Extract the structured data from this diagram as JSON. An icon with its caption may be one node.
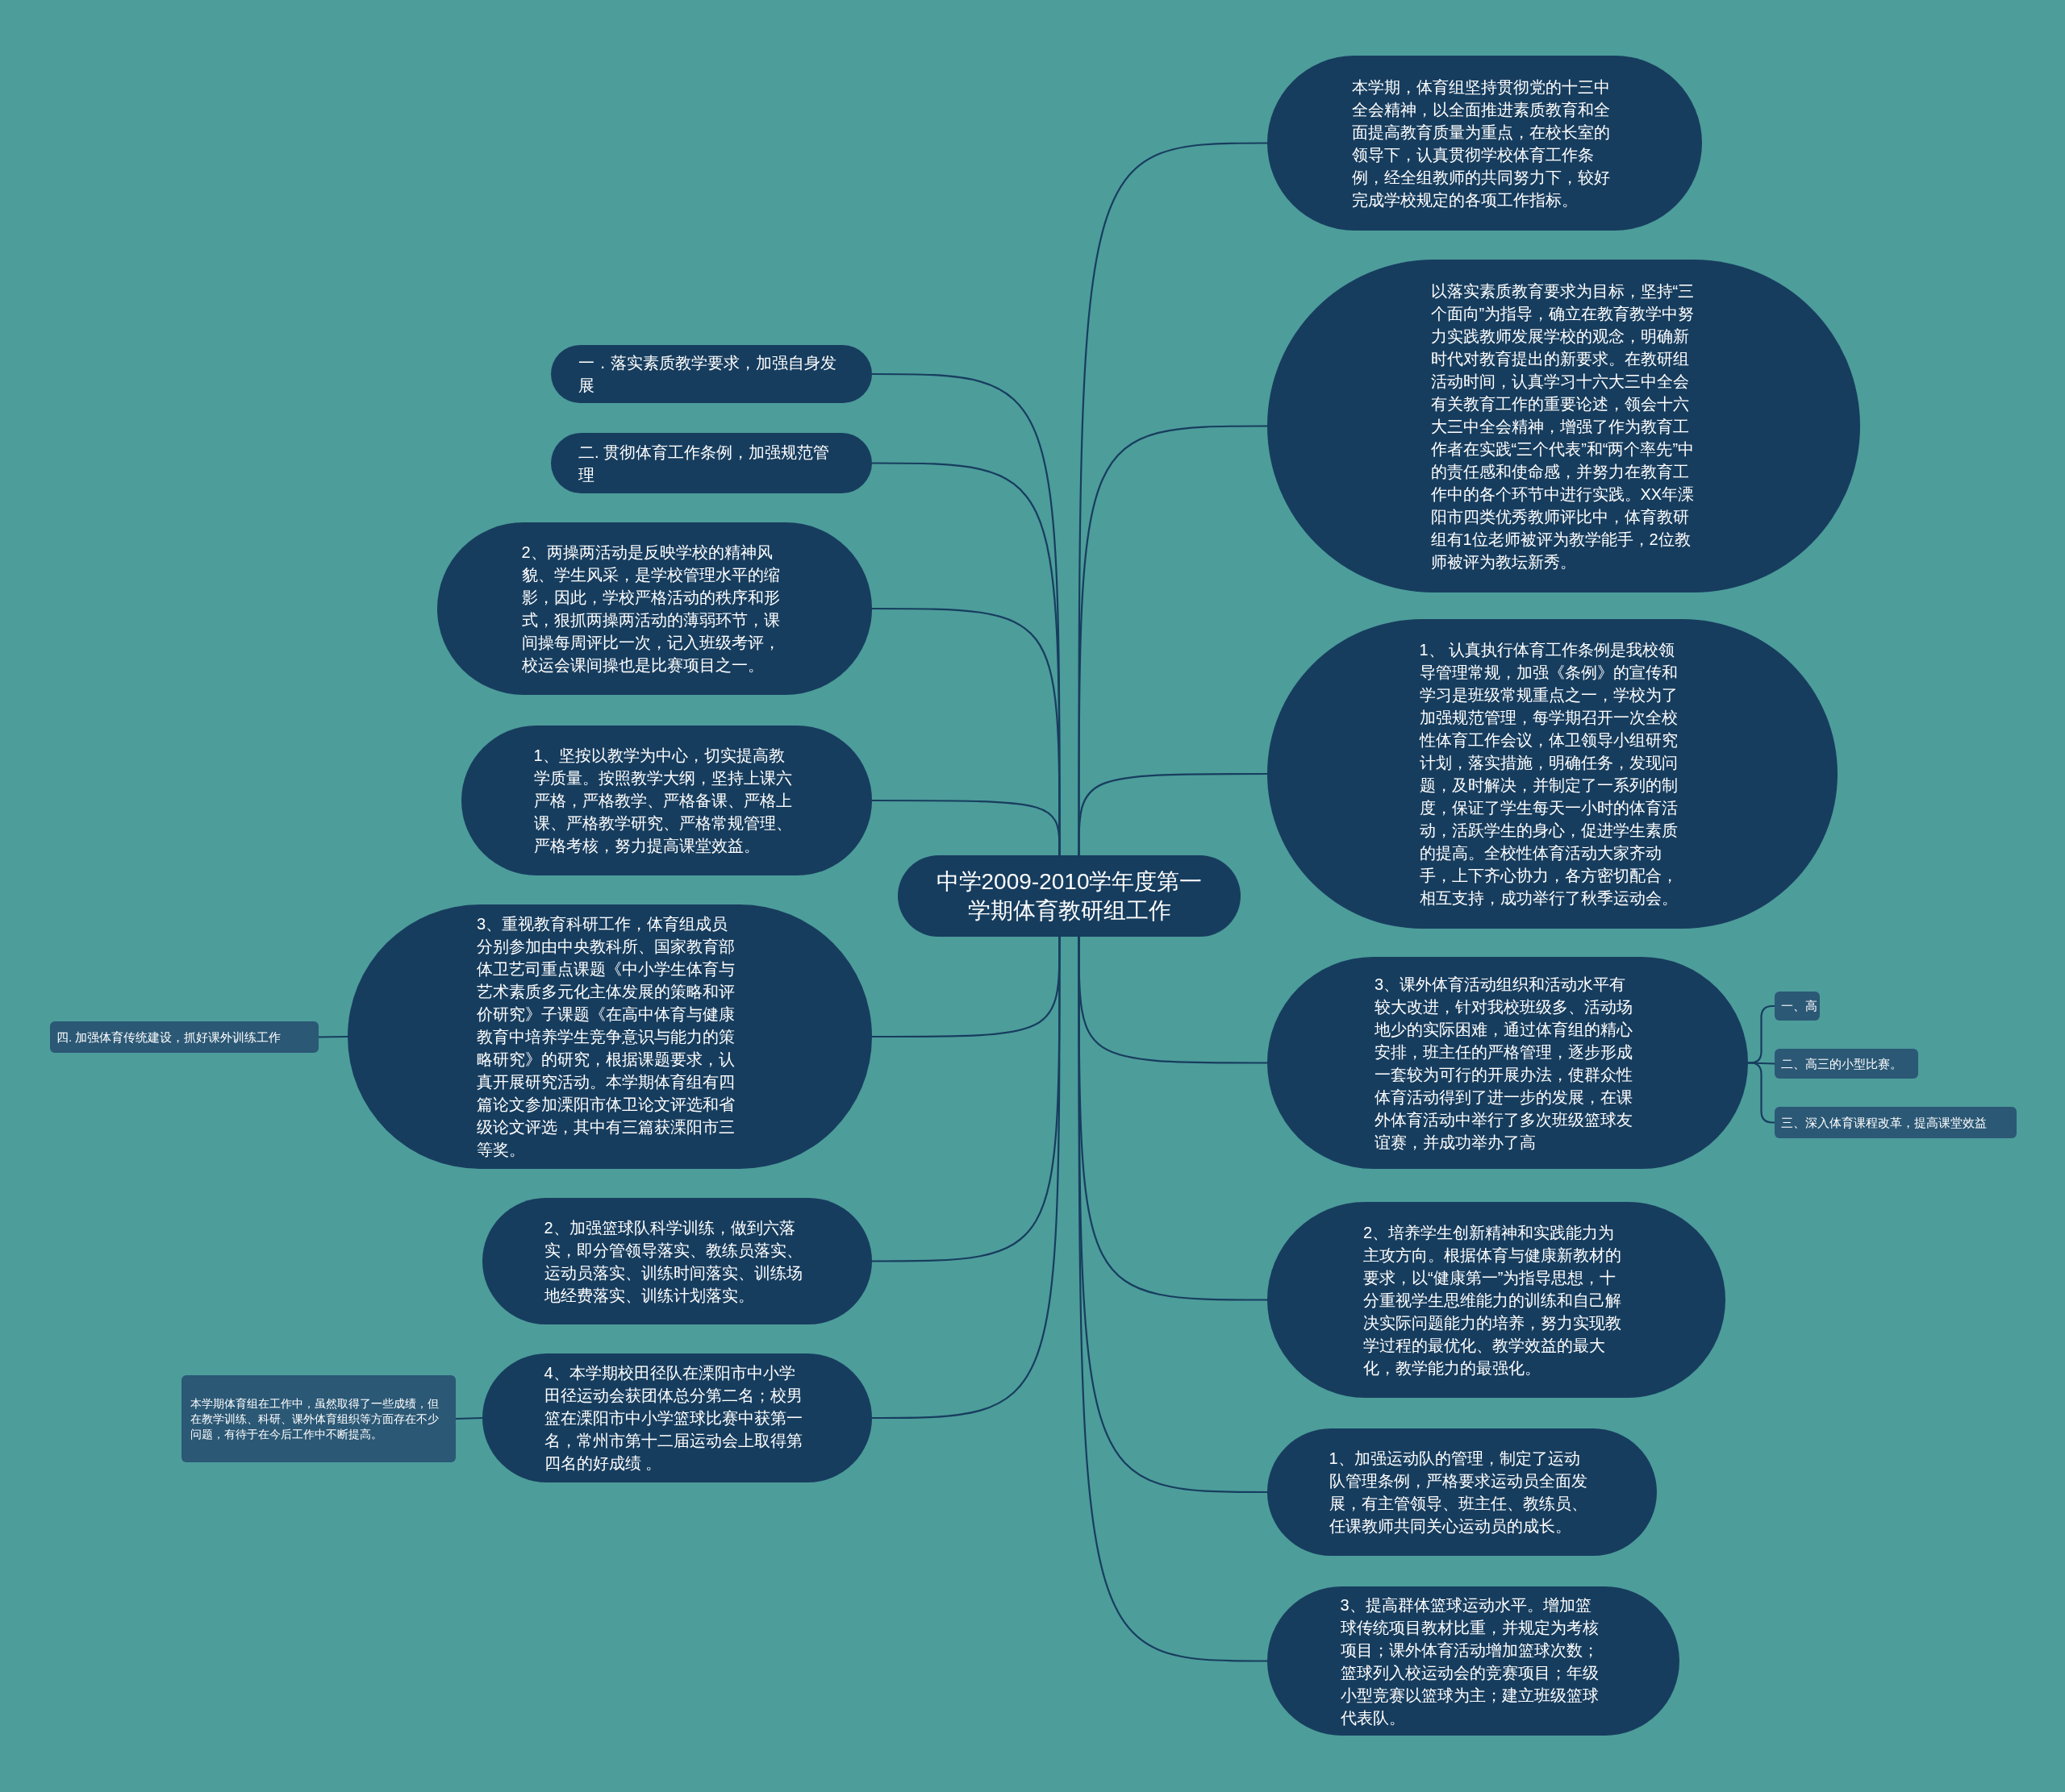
{
  "diagram": {
    "nodes": [
      {
        "text": [
          "中学2009-2010学年度第一学期体育教研组工作"
        ]
      },
      {
        "text": [
          "本学期，体育组坚持贯彻党的十三中全会精神，以全面推进素质教育和全面提高教育质量为重点，在校长室的领导下，认真贯彻学校体育工作条例，经全组教师的共同努力下，较好完成学校规定的各项工作指标。"
        ]
      },
      {
        "text": [
          "以落实素质教育要求为目标，坚持“三个面向”为指导，确立在教育教学中努力实践教师发展学校的观念，明确新时代对教育提出的新要求。在教研组活动时间，认真学习十六大三中全会有关教育工作的重要论述，领会十六大三中全会精神，增强了作为教育工作者在实践“三个代表”和“两个率先”中的责任感和使命感，并努力在教育工作中的各个环节中进行实践。XX年溧阳市四类优秀教师评比中，体育教研组有1位老师被评为教学能手，2位教师被评为教坛新秀。"
        ]
      },
      {
        "text": [
          "1、 认真执行体育工作条例是我校领导管理常规，加强《条例》的宣传和学习是班级常规重点之一，学校为了加强规范管理，每学期召开一次全校性体育工作会议，体卫领导小组研究计划，落实措施，明确任务，发现问题，及时解决，并制定了一系列的制度，保证了学生每天一小时的体育活动，活跃学生的身心，促进学生素质的提高。全校性体育活动大家齐动手，上下齐心协力，各方密切配合，相互支持，成功举行了秋季运动会。"
        ]
      },
      {
        "text": [
          "3、课外体育活动组织和活动水平有较大改进，针对我校班级多、活动场地少的实际困难，通过体育组的精心安排，班主任的严格管理，逐步形成一套较为可行的开展办法，使群众性体育活动得到了进一步的发展，在课外体育活动中举行了多次班级篮球友谊赛，并成功举办了高"
        ]
      },
      {
        "text": [
          "一、高"
        ]
      },
      {
        "text": [
          "二、高三的小型比赛。"
        ]
      },
      {
        "text": [
          "三、深入体育课程改革，提高课堂效益"
        ]
      },
      {
        "text": [
          "2、培养学生创新精神和实践能力为主攻方向。根据体育与健康新教材的要求，以“健康第一”为指导思想，十分重视学生思维能力的训练和自己解决实际问题能力的培养，努力实现教学过程的最优化、教学效益的最大化，教学能力的最强化。"
        ]
      },
      {
        "text": [
          "1、加强运动队的管理，制定了运动队管理条例，严格要求运动员全面发展，有主管领导、班主任、教练员、任课教师共同关心运动员的成长。"
        ]
      },
      {
        "text": [
          "3、提高群体篮球运动水平。增加篮球传统项目教材比重，并规定为考核项目；课外体育活动增加篮球次数；篮球列入校运动会的竞赛项目；年级小型竞赛以篮球为主；建立班级篮球代表队。"
        ]
      },
      {
        "text": [
          "一．落实素质教学要求，加强自身发展"
        ]
      },
      {
        "text": [
          "二. 贯彻体育工作条例，加强规范管理"
        ]
      },
      {
        "text": [
          "2、两操两活动是反映学校的精神风貌、学生风采，是学校管理水平的缩影，因此，学校严格活动的秩序和形式，狠抓两操两活动的薄弱环节，课间操每周评比一次，记入班级考评，校运会课间操也是比赛项目之一。"
        ]
      },
      {
        "text": [
          "1、坚按以教学为中心，切实提高教学质量。按照教学大纲，坚持上课六严格，严格教学、严格备课、严格上课、严格教学研究、严格常规管理、严格考核，努力提高课堂效益。"
        ]
      },
      {
        "text": [
          "3、重视教育科研工作，体育组成员分别参加由中央教科所、国家教育部体卫艺司重点课题《中小学生体育与艺术素质多元化主体发展的策略和评价研究》子课题《在高中体育与健康教育中培养学生竞争意识与能力的策略研究》的研究，根据课题要求，认真开展研究活动。本学期体育组有四篇论文参加溧阳市体卫论文评选和省级论文评选，其中有三篇获溧阳市三等奖。"
        ]
      },
      {
        "text": [
          "四. 加强体育传统建设，抓好课外训练工作"
        ]
      },
      {
        "text": [
          "2、加强篮球队科学训练，做到六落实，即分管领导落实、教练员落实、运动员落实、训练时间落实、训练场地经费落实、训练计划落实。"
        ]
      },
      {
        "text": [
          "4、本学期校田径队在溧阳市中小学田径运动会获团体总分第二名；校男篮在溧阳市中小学篮球比赛中获第一名，常州市第十二届运动会上取得第四名的好成绩 。"
        ]
      },
      {
        "text": [
          "本学期体育组在工作中，虽然取得了一些成绩，但在教学训练、科研、课外体育组织等方面存在不少问题，有待于在今后工作中不断提高。"
        ]
      }
    ],
    "edges": [
      {
        "from": 0,
        "to": 1,
        "arrow": "none"
      },
      {
        "from": 0,
        "to": 2,
        "arrow": "none"
      },
      {
        "from": 0,
        "to": 3,
        "arrow": "none"
      },
      {
        "from": 0,
        "to": 4,
        "arrow": "none"
      },
      {
        "from": 4,
        "to": 5,
        "arrow": "none"
      },
      {
        "from": 4,
        "to": 6,
        "arrow": "none"
      },
      {
        "from": 4,
        "to": 7,
        "arrow": "none"
      },
      {
        "from": 0,
        "to": 8,
        "arrow": "none"
      },
      {
        "from": 0,
        "to": 9,
        "arrow": "none"
      },
      {
        "from": 0,
        "to": 10,
        "arrow": "none"
      },
      {
        "from": 0,
        "to": 11,
        "arrow": "none"
      },
      {
        "from": 0,
        "to": 12,
        "arrow": "none"
      },
      {
        "from": 0,
        "to": 13,
        "arrow": "none"
      },
      {
        "from": 0,
        "to": 14,
        "arrow": "none"
      },
      {
        "from": 0,
        "to": 15,
        "arrow": "none"
      },
      {
        "from": 15,
        "to": 16,
        "arrow": "none"
      },
      {
        "from": 0,
        "to": 17,
        "arrow": "none"
      },
      {
        "from": 0,
        "to": 18,
        "arrow": "none"
      },
      {
        "from": 18,
        "to": 19,
        "arrow": "none"
      }
    ]
  }
}
